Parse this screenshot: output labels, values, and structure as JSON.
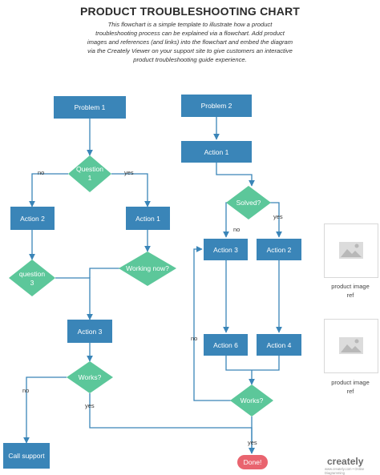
{
  "header": {
    "title": "PRODUCT TROUBLESHOOTING CHART",
    "subtitle": "This flowchart is a simple template to illustrate how a product\ntroubleshooting process can be explained via a flowchart. Add product\nimages and references (and links) into the flowchart and embed the diagram\nvia the Creately Viewer on your support site to give customers  an interactive\nproduct troubleshooting guide experience."
  },
  "nodes": {
    "problem1": "Problem 1",
    "problem2": "Problem 2",
    "question1": "Question\n1",
    "action2_left": "Action 2",
    "action1_mid": "Action 1",
    "question3": "question\n3",
    "working_now": "Working  now?",
    "action3_left": "Action 3",
    "works_left": "Works?",
    "call_support": "Call support",
    "action1_right": "Action 1",
    "solved": "Solved?",
    "action3_right": "Action 3",
    "action2_right": "Action 2",
    "action6": "Action 6",
    "action4": "Action 4",
    "works_right": "Works?",
    "done": "Done!"
  },
  "edge_labels": {
    "q1_no": "no",
    "q1_yes": "yes",
    "solved_no": "no",
    "solved_yes": "yes",
    "works_left_no": "no",
    "works_left_yes": "yes",
    "loop_no": "no",
    "works_right_yes": "yes"
  },
  "images": [
    {
      "caption": "product image\nref",
      "icon": "image-placeholder-icon"
    },
    {
      "caption": "product image\nref",
      "icon": "image-placeholder-icon"
    }
  ],
  "branding": {
    "logo": "creately",
    "tagline": "www.creately.com • Online Diagramming"
  },
  "colors": {
    "process": "#3a85b8",
    "decision": "#5cc79a",
    "terminal": "#e9646f",
    "connector": "#3a85b8"
  }
}
